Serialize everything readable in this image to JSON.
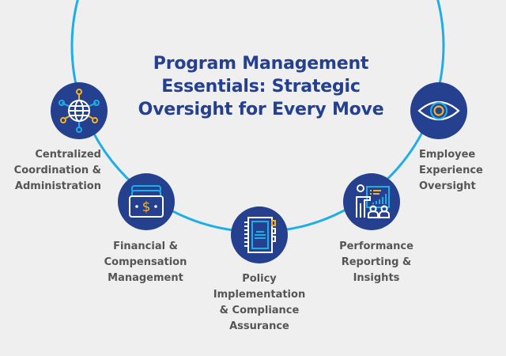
{
  "title": "Program Management Essentials: Strategic Oversight for Every Move",
  "colors": {
    "background": "#efefef",
    "ring": "#1eaee6",
    "node_fill": "#24408e",
    "title": "#24408e",
    "label": "#555555",
    "icon_white": "#ffffff",
    "icon_light_blue": "#1eaee6",
    "icon_yellow": "#f5b324"
  },
  "nodes": [
    {
      "id": "coordination",
      "icon": "globe-network-icon",
      "label_lines": [
        "Centralized",
        "Coordination &",
        "Administration"
      ]
    },
    {
      "id": "financial",
      "icon": "money-bills-icon",
      "label_lines": [
        "Financial &",
        "Compensation",
        "Management"
      ]
    },
    {
      "id": "policy",
      "icon": "notebook-icon",
      "label_lines": [
        "Policy",
        "Implementation",
        "& Compliance",
        "Assurance"
      ]
    },
    {
      "id": "performance",
      "icon": "presentation-chart-icon",
      "label_lines": [
        "Performance",
        "Reporting &",
        "Insights"
      ]
    },
    {
      "id": "employee",
      "icon": "eye-icon",
      "label_lines": [
        "Employee",
        "Experience",
        "Oversight"
      ]
    }
  ]
}
